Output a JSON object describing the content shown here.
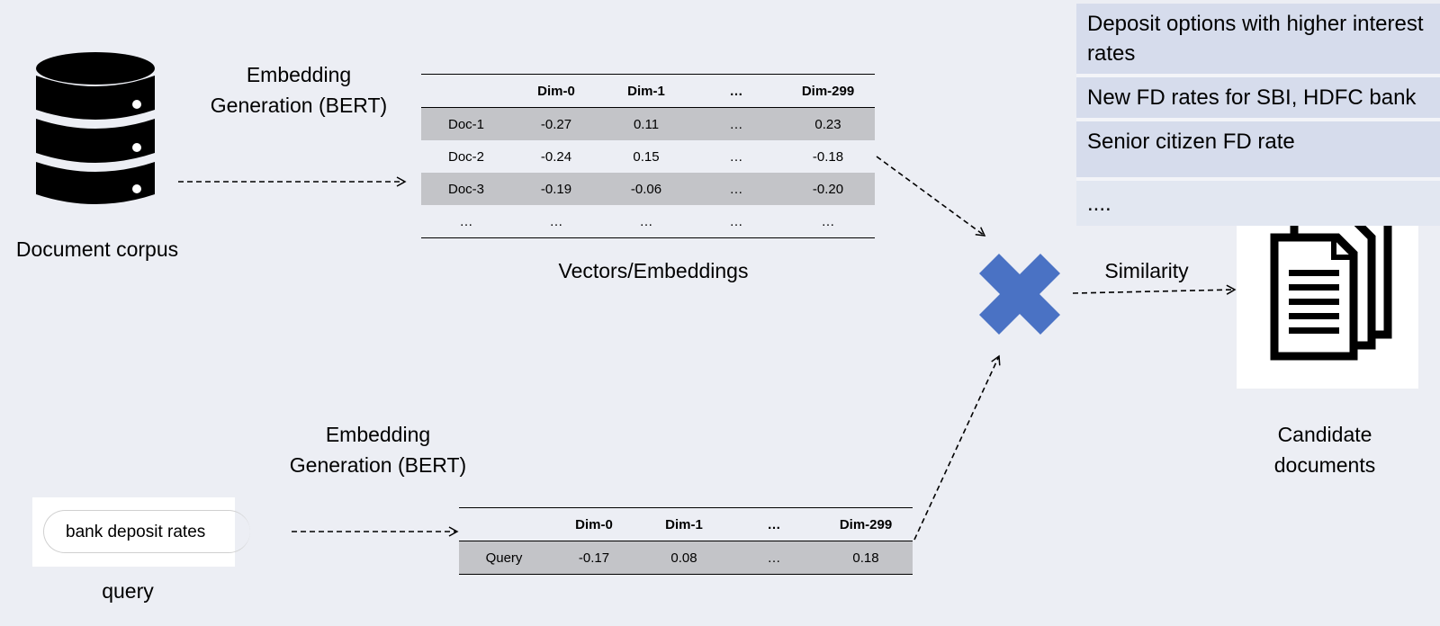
{
  "corpus": {
    "label": "Document corpus",
    "icon": "database-icon"
  },
  "doc_embedding": {
    "title": "Embedding Generation (BERT)"
  },
  "query_embedding": {
    "title": "Embedding Generation (BERT)"
  },
  "doc_table": {
    "headers": [
      "",
      "Dim-0",
      "Dim-1",
      "…",
      "Dim-299"
    ],
    "rows": [
      [
        "Doc-1",
        "-0.27",
        "0.11",
        "…",
        "0.23"
      ],
      [
        "Doc-2",
        "-0.24",
        "0.15",
        "…",
        "-0.18"
      ],
      [
        "Doc-3",
        "-0.19",
        "-0.06",
        "…",
        "-0.20"
      ],
      [
        "…",
        "…",
        "…",
        "…",
        "…"
      ]
    ],
    "caption": "Vectors/Embeddings"
  },
  "query_table": {
    "headers": [
      "",
      "Dim-0",
      "Dim-1",
      "…",
      "Dim-299"
    ],
    "rows": [
      [
        "Query",
        "-0.17",
        "0.08",
        "…",
        "0.18"
      ]
    ]
  },
  "query": {
    "text": "bank deposit rates",
    "label": "query"
  },
  "similarity": {
    "label": "Similarity",
    "symbol_color": "#4a72c4"
  },
  "candidates": {
    "label": "Candidate documents",
    "icon": "documents-icon"
  },
  "results": [
    "Deposit options with higher interest rates",
    "New FD rates for SBI, HDFC bank",
    "Senior citizen FD rate",
    "...."
  ]
}
